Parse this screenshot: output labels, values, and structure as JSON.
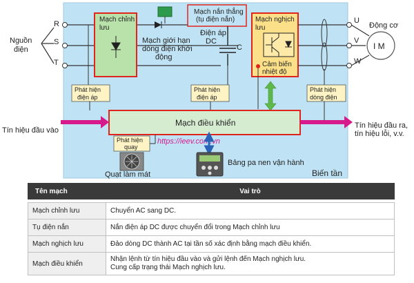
{
  "diagram": {
    "input_label": "Nguồn\nđiện",
    "phase_labels": [
      "R",
      "S",
      "T"
    ],
    "output_phase_labels": [
      "U",
      "V",
      "W"
    ],
    "motor_label": "Động cơ",
    "motor_symbol": "I M",
    "rectifier_label": "Mạch chỉnh\nlưu",
    "current_limit_label": "Mạch giới hạn\ndòng điện khởi\nđộng",
    "smoothing_label": "Mạch nắn thẳng\n(tụ điện nắn)",
    "dc_voltage_label": "Điện áp\nDC",
    "capacitor_label": "C",
    "inverter_label": "Mạch nghịch\nlưu",
    "temp_sensor_label": "Cảm biến\nnhiệt độ",
    "voltage_detect_1": "Phát hiện\nđiện áp",
    "voltage_detect_2": "Phát hiện\nđiện áp",
    "current_detect": "Phát hiện\ndòng điện",
    "control_label": "Mạch điều khiển",
    "input_signal_label": "Tín hiệu đầu vào",
    "output_signal_label": "Tín hiệu đầu ra,\ntín hiệu lỗi, v.v.",
    "rotation_detect": "Phát hiện\nquay",
    "fan_label": "Quạt làm mát",
    "panel_label": "Bảng pa nen vận hành",
    "inverter_device_label": "Biến tần",
    "watermark": "https://ieev.com.vn"
  },
  "table": {
    "headers": [
      "Tên mạch",
      "Vai trò"
    ],
    "rows": [
      {
        "name": "Mạch chỉnh lưu",
        "role": "Chuyển AC sang DC."
      },
      {
        "name": "Tụ điện nắn",
        "role": "Nắn điện áp DC được chuyển đổi trong Mạch chỉnh lưu"
      },
      {
        "name": "Mạch nghịch lưu",
        "role": "Đảo dòng DC thành AC tại tần số xác định bằng mạch điều khiển."
      },
      {
        "name": "Mạch điều khiển",
        "role": "Nhận lệnh từ tín hiệu đầu vào và gửi lệnh đến Mạch nghịch lưu.\nCung cấp trạng thái Mạch nghịch lưu."
      }
    ]
  },
  "colors": {
    "background": "#bfe3f4",
    "rectifier": "#b8e2a9",
    "inverter": "#fbe089",
    "control": "#d6ecd1",
    "red_border": "#e0241b",
    "signal_arrow": "#d6198b",
    "feedback_arrow": "#5fb84a",
    "panel_arrow": "#2a62b8",
    "relay": "#2e9a4b"
  }
}
